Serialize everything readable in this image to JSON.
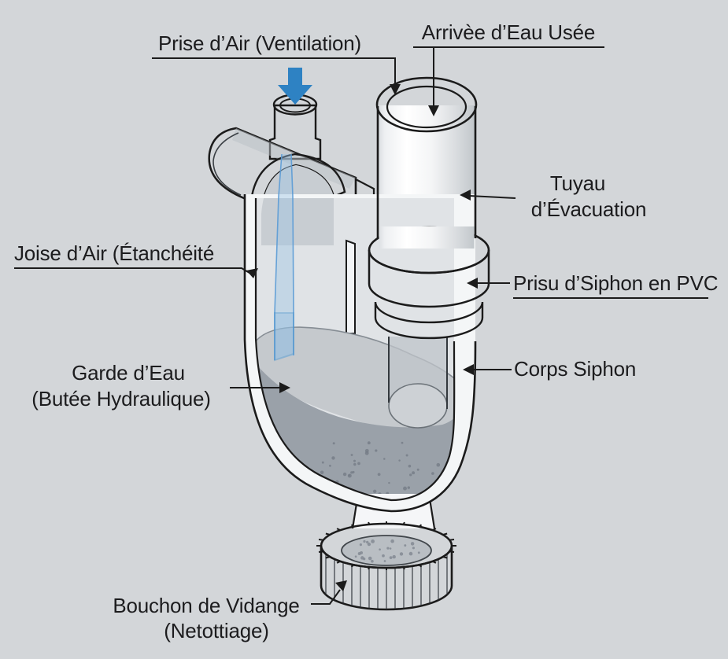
{
  "diagram": {
    "type": "siphon-trap-cutaway",
    "background_color": "#d3d6d9",
    "outline_color": "#1b1b1b",
    "pipe_color": "#f4f6f7",
    "water_color": "#9aa1a9",
    "water_surface_color": "#c5c9cd",
    "sediment_color": "#747c86",
    "flow_arrow_color": "#2e82c3",
    "stream_edge_color": "#5b9bd5",
    "labels": {
      "prise_air": "Prise d’Air (Ventilation)",
      "arrivee_eau": "Arrivèe d’Eau Usée",
      "tuyau_1": "Tuyau",
      "tuyau_2": "d’Évacuation",
      "prisu_siphon": "Prisu d’Siphon en PVC",
      "corps_siphon": "Corps Siphon",
      "joise_air": "Joise d’Air (Étanchéité",
      "garde_eau_1": "Garde d’Eau",
      "garde_eau_2": "(Butée Hydraulique)",
      "bouchon_1": "Bouchon de Vidange",
      "bouchon_2": "(Netottiage)"
    }
  }
}
